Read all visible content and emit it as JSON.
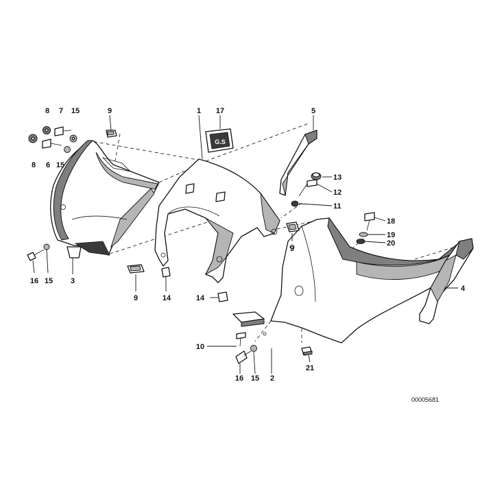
{
  "diagram": {
    "drawing_number": "00005681",
    "callouts": [
      {
        "id": "c1",
        "label": "1"
      },
      {
        "id": "c17",
        "label": "17"
      },
      {
        "id": "c5",
        "label": "5"
      },
      {
        "id": "c13",
        "label": "13"
      },
      {
        "id": "c12",
        "label": "12"
      },
      {
        "id": "c11",
        "label": "11"
      },
      {
        "id": "c18",
        "label": "18"
      },
      {
        "id": "c19",
        "label": "19"
      },
      {
        "id": "c20",
        "label": "20"
      },
      {
        "id": "c9a",
        "label": "9"
      },
      {
        "id": "c9b",
        "label": "9"
      },
      {
        "id": "c9c",
        "label": "9"
      },
      {
        "id": "c8a",
        "label": "8"
      },
      {
        "id": "c7",
        "label": "7"
      },
      {
        "id": "c15a",
        "label": "15"
      },
      {
        "id": "c8b",
        "label": "8"
      },
      {
        "id": "c6",
        "label": "6"
      },
      {
        "id": "c15b",
        "label": "15"
      },
      {
        "id": "c16a",
        "label": "16"
      },
      {
        "id": "c15c",
        "label": "15"
      },
      {
        "id": "c3",
        "label": "3"
      },
      {
        "id": "c14a",
        "label": "14"
      },
      {
        "id": "c14b",
        "label": "14"
      },
      {
        "id": "c4",
        "label": "4"
      },
      {
        "id": "c10",
        "label": "10"
      },
      {
        "id": "c16b",
        "label": "16"
      },
      {
        "id": "c15d",
        "label": "15"
      },
      {
        "id": "c2",
        "label": "2"
      },
      {
        "id": "c21",
        "label": "21"
      }
    ],
    "emblem_text": "G.S"
  }
}
